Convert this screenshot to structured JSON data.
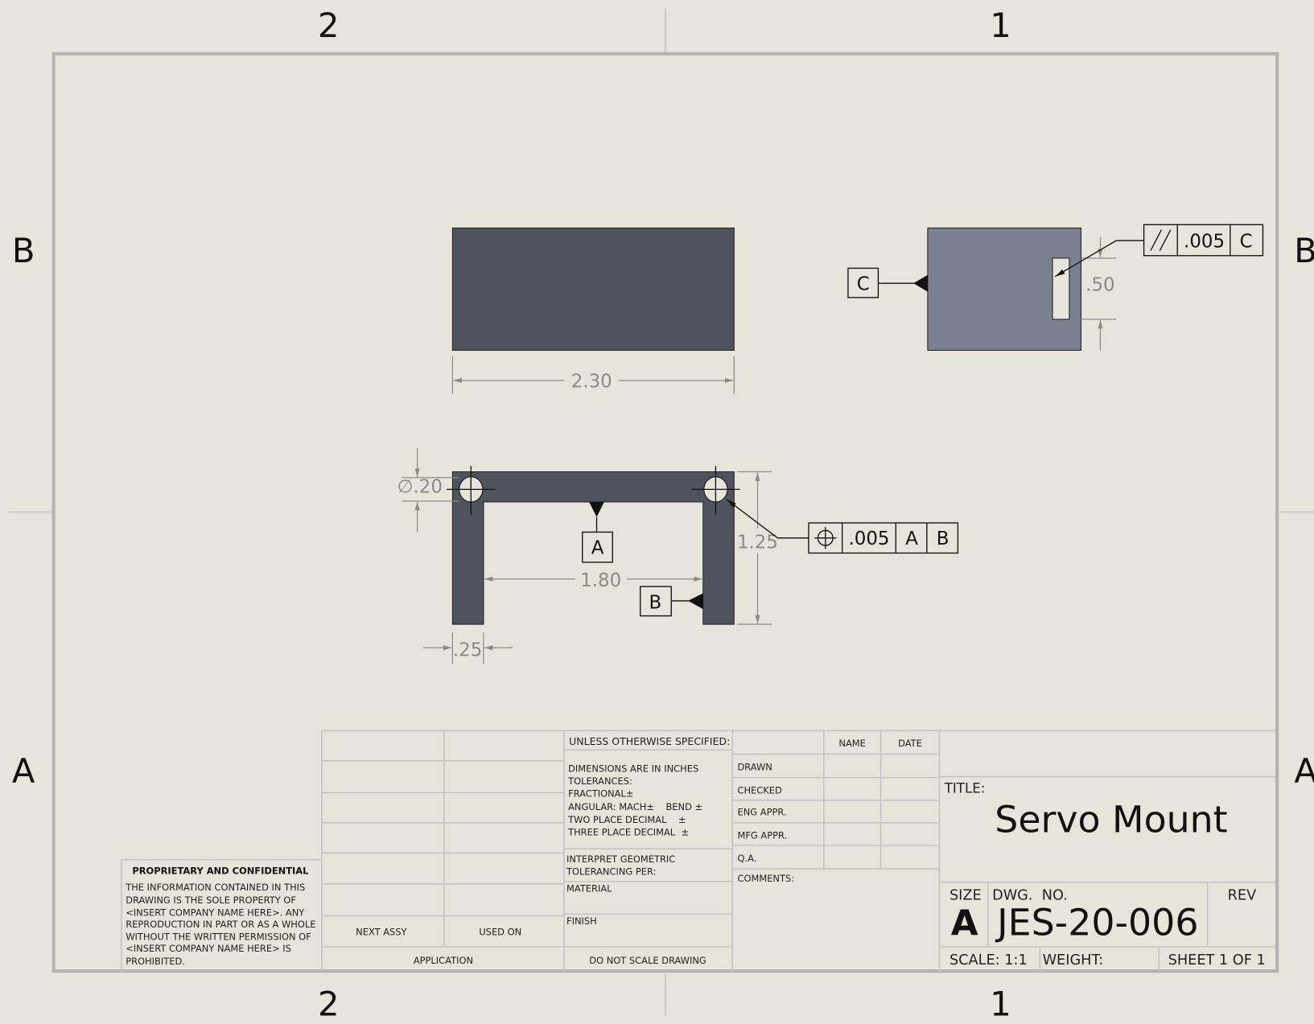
{
  "zones": {
    "top": [
      "2",
      "1"
    ],
    "bottom": [
      "2",
      "1"
    ],
    "left": [
      "B",
      "A"
    ],
    "right": [
      "B",
      "A"
    ]
  },
  "colors": {
    "background": "#e6e5db",
    "part_dark": "#50525e",
    "part_light": "#7b8090",
    "dimension": "#8a8a8a",
    "border": "#b4b4b4"
  },
  "views": {
    "top": {
      "width_dim": "2.30"
    },
    "right": {
      "slot_dim": ".50",
      "datum": "C",
      "fcf": {
        "symbol": "parallelism",
        "tolerance": ".005",
        "datum": "C"
      }
    },
    "front": {
      "hole_dim": "∅.20",
      "inner_dim": "1.80",
      "height_dim": "1.25",
      "leg_dim": ".25",
      "datum_a": "A",
      "datum_b": "B",
      "fcf": {
        "symbol": "position",
        "tolerance": ".005",
        "datum1": "A",
        "datum2": "B"
      }
    }
  },
  "title_block": {
    "proprietary": {
      "heading": "PROPRIETARY AND CONFIDENTIAL",
      "lines": [
        "THE INFORMATION CONTAINED IN THIS",
        "DRAWING IS THE SOLE PROPERTY OF",
        "<INSERT COMPANY NAME HERE>.  ANY",
        "REPRODUCTION IN PART OR AS A WHOLE",
        "WITHOUT THE WRITTEN PERMISSION OF",
        "<INSERT COMPANY NAME HERE> IS",
        "PROHIBITED."
      ]
    },
    "next_assy": "NEXT ASSY",
    "used_on": "USED ON",
    "application": "APPLICATION",
    "unless": "UNLESS OTHERWISE SPECIFIED:",
    "tolerances": [
      "DIMENSIONS ARE IN INCHES",
      "TOLERANCES:",
      "FRACTIONAL±",
      "ANGULAR: MACH±    BEND ±",
      "TWO PLACE DECIMAL    ±",
      "THREE PLACE DECIMAL  ±"
    ],
    "interpret": [
      "INTERPRET GEOMETRIC",
      "TOLERANCING PER:"
    ],
    "material": "MATERIAL",
    "finish": "FINISH",
    "do_not_scale": "DO NOT SCALE DRAWING",
    "name_header": "NAME",
    "date_header": "DATE",
    "approvals": [
      "DRAWN",
      "CHECKED",
      "ENG APPR.",
      "MFG APPR.",
      "Q.A."
    ],
    "comments": "COMMENTS:",
    "title_label": "TITLE:",
    "title": "Servo Mount",
    "size_label": "SIZE",
    "size": "A",
    "dwg_no_label": "DWG.  NO.",
    "dwg_no": "JES-20-006",
    "rev_label": "REV",
    "scale": "SCALE: 1:1",
    "weight": "WEIGHT:",
    "sheet": "SHEET 1 OF 1"
  }
}
